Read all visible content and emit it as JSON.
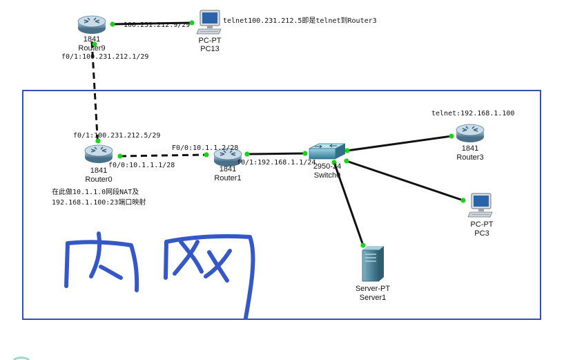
{
  "devices": {
    "router9": {
      "model": "1841",
      "name": "Router9"
    },
    "pc13": {
      "model": "PC-PT",
      "name": "PC13"
    },
    "router0": {
      "model": "1841",
      "name": "Router0"
    },
    "router1": {
      "model": "1841",
      "name": "Router1"
    },
    "switch0": {
      "model": "2950-24",
      "name": "Switch0"
    },
    "router3": {
      "model": "1841",
      "name": "Router3"
    },
    "pc3": {
      "model": "PC-PT",
      "name": "PC3"
    },
    "server1": {
      "model": "Server-PT",
      "name": "Server1"
    }
  },
  "labels": {
    "r9_pc13_ip": "100.231.212.9/29",
    "telnet_note": "telnet100.231.212.5即是telnet到Router3",
    "r9_f01": "f0/1:100.231.212.1/29",
    "r0_f01": "f0/1:100.231.212.5/29",
    "r1_f00": "F0/0:10.1.1.2/28",
    "r0_f00": "f0/0:10.1.1.1/28",
    "r1_f01": "f0/1:192.168.1.1/24",
    "router3_telnet": "telnet:192.168.1.100",
    "nat_note_line1": "在此做10.1.1.0网段NAT及",
    "nat_note_line2": "192.168.1.100:23端口映射"
  },
  "handwriting": {
    "text": "内网",
    "color": "#3558c8"
  },
  "colors": {
    "frame": "#3350b0",
    "link": "#111111",
    "port_up": "#19d219",
    "router_body": "#6f93ad",
    "switch_body": "#4a8fa8",
    "pc_screen": "#2a63a8",
    "server_body": "#4a7f95"
  }
}
